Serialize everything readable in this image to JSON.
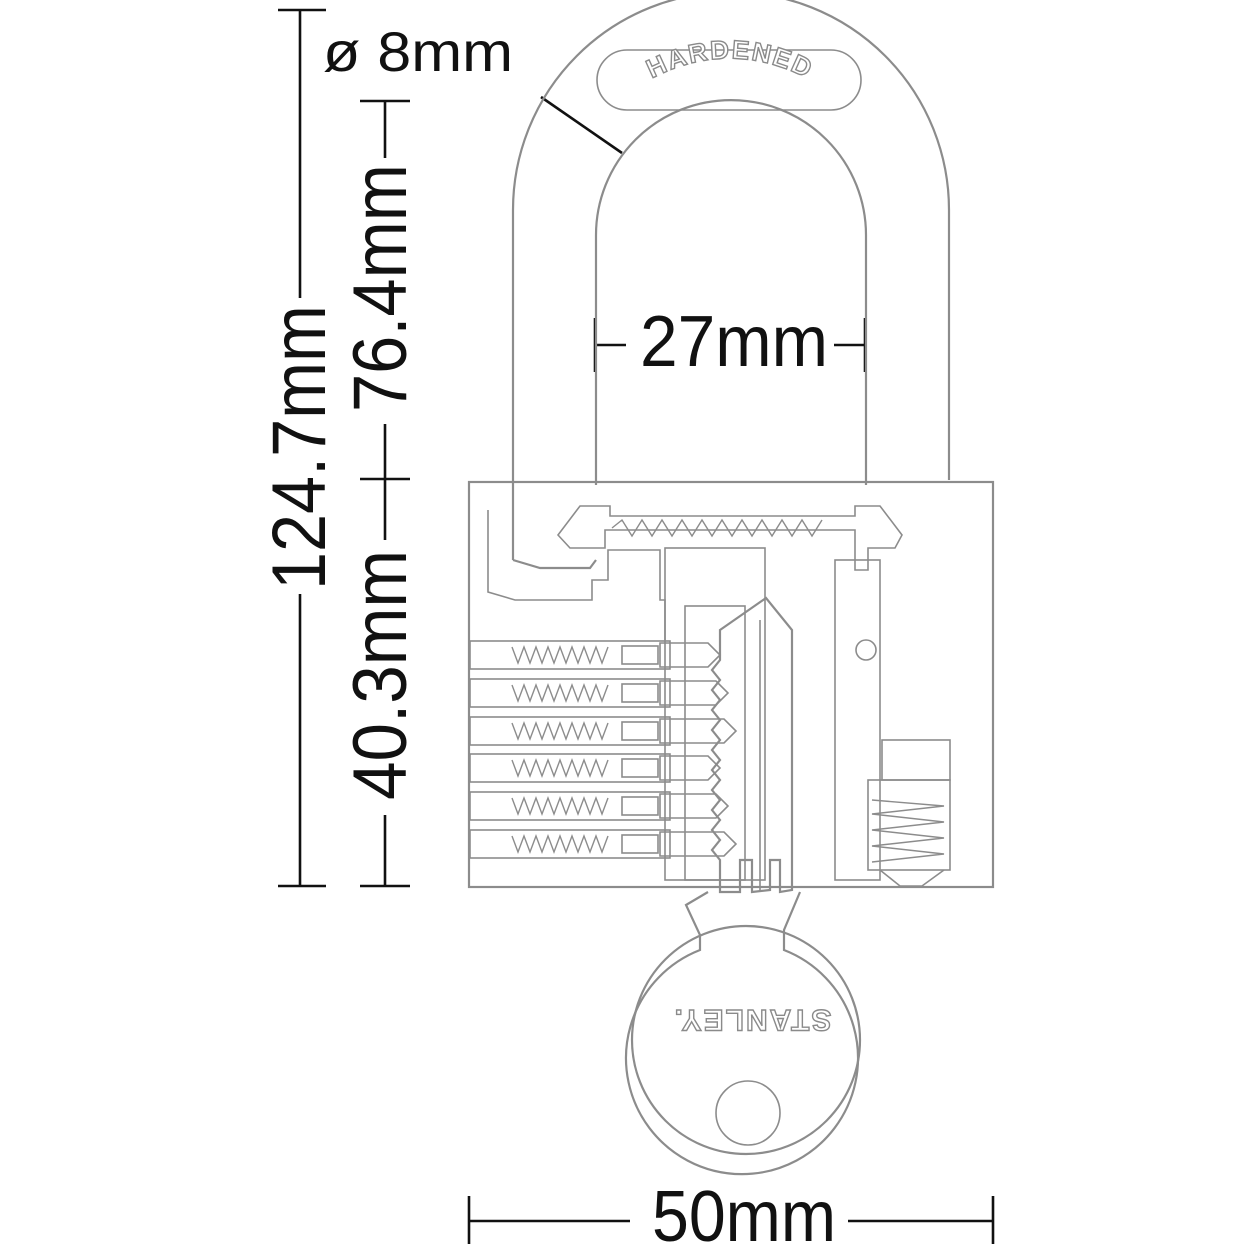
{
  "dimensions": {
    "shackle_diameter": "ø 8mm",
    "overall_height": "124.7mm",
    "shackle_clearance": "76.4mm",
    "body_height": "40.3mm",
    "shackle_inner_width": "27mm",
    "body_width": "50mm"
  },
  "markings": {
    "shackle_stamp": "HARDENED",
    "key_brand": "STANLEY."
  },
  "colors": {
    "dimension_lines": "#111111",
    "part_outline": "#8c8c8c",
    "background": "#ffffff"
  }
}
